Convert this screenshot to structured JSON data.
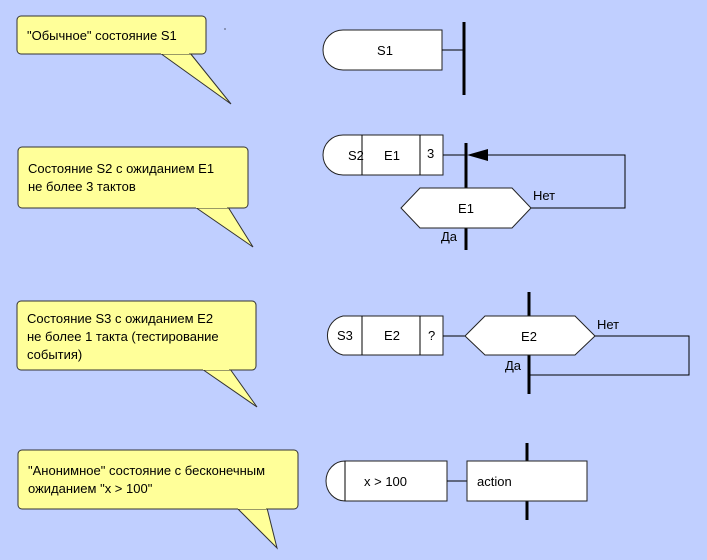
{
  "background_color": "#c0cfff",
  "callout_color": "#ffff99",
  "callouts": [
    {
      "lines": [
        "\"Обычное\" состояние S1"
      ]
    },
    {
      "lines": [
        "Состояние S2 с ожиданием E1",
        "не более 3 тактов"
      ]
    },
    {
      "lines": [
        "Состояние S3 с ожиданием E2",
        "не более 1 такта (тестирование",
        "события)"
      ]
    },
    {
      "lines": [
        "\"Анонимное\" состояние с бесконечным",
        "ожиданием \"x > 100\""
      ]
    }
  ],
  "diagrams": {
    "s1": {
      "state": "S1"
    },
    "s2": {
      "state": "S2",
      "event": "E1",
      "timeout": "3",
      "condition": "E1",
      "yes": "Да",
      "no": "Нет"
    },
    "s3": {
      "state": "S3",
      "event": "E2",
      "timeout": "?",
      "condition": "E2",
      "yes": "Да",
      "no": "Нет"
    },
    "anon": {
      "condition": "x > 100",
      "action": "action"
    }
  }
}
